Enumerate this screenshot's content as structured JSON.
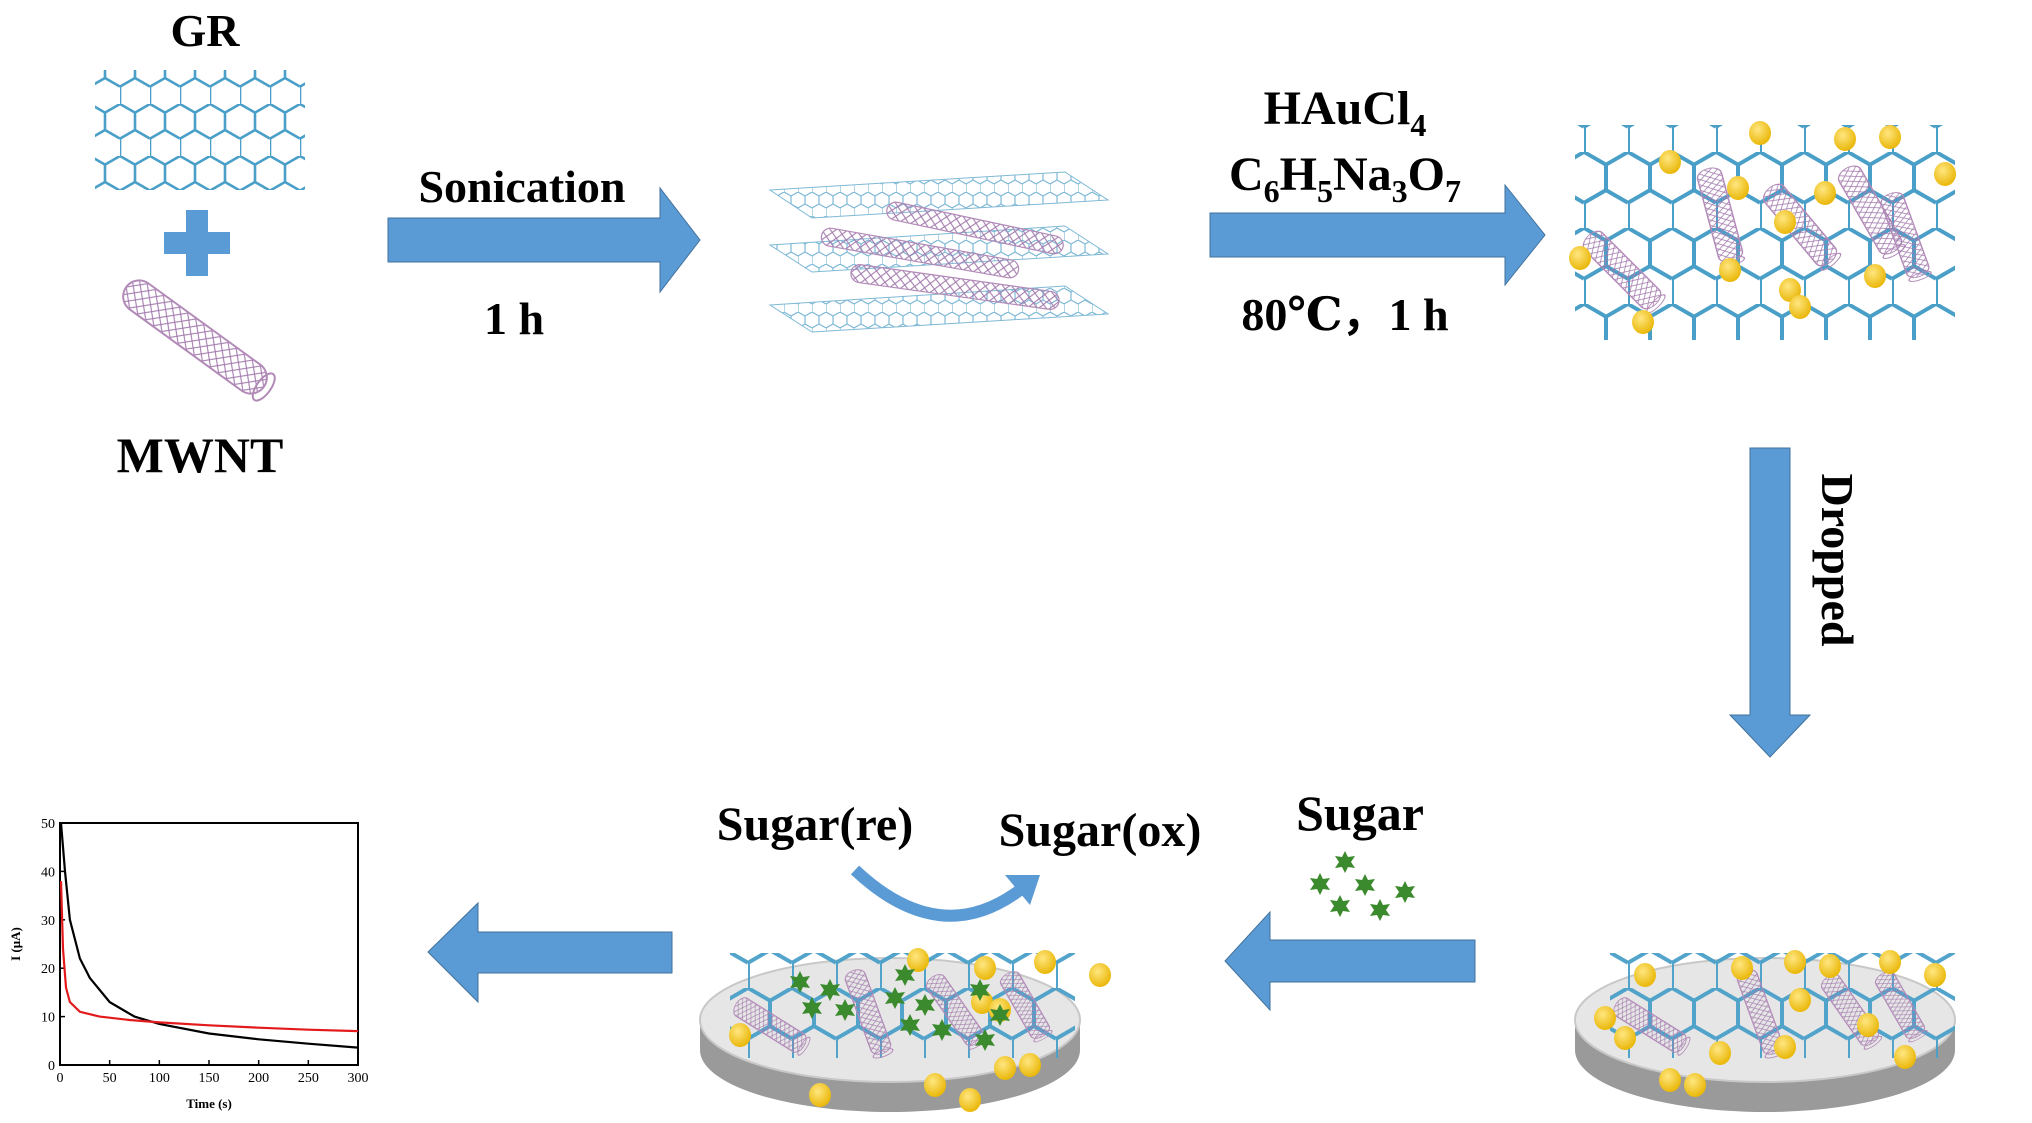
{
  "labels": {
    "gr": "GR",
    "mwnt": "MWNT",
    "sonication": "Sonication",
    "time_1h": "1 h",
    "reagent1": "HAuCl",
    "reagent1_sub": "4",
    "reagent2_parts": [
      "C",
      "6",
      "H",
      "5",
      "Na",
      "3",
      "O",
      "7"
    ],
    "conditions": "80℃，1 h",
    "dropped": "Dropped",
    "sugar": "Sugar",
    "sugar_re": "Sugar(re)",
    "sugar_ox": "Sugar(ox)"
  },
  "colors": {
    "arrow": "#5b9bd5",
    "arrow_edge": "#41719c",
    "graphene": "#4a9fc8",
    "nanotube": "#b28ab8",
    "gold": "#f5c518",
    "sugar_star": "#3c8a2e",
    "disc_top": "#e6e6e6",
    "disc_side": "#9a9a9a",
    "curve_black": "#000000",
    "curve_red": "#e31a1c"
  },
  "chart_data": {
    "type": "line",
    "xlabel": "Time (s)",
    "ylabel": "I (μA)",
    "xlim": [
      0,
      300
    ],
    "ylim": [
      0,
      50
    ],
    "xticks": [
      0,
      50,
      100,
      150,
      200,
      250,
      300
    ],
    "yticks": [
      0,
      10,
      20,
      30,
      40,
      50
    ],
    "series": [
      {
        "color": "#000000",
        "x": [
          1,
          5,
          10,
          20,
          30,
          50,
          75,
          100,
          150,
          200,
          250,
          300
        ],
        "y": [
          50,
          40,
          30,
          22,
          18,
          13,
          10,
          8.5,
          6.5,
          5.3,
          4.4,
          3.6
        ]
      },
      {
        "color": "#e31a1c",
        "x": [
          1,
          3,
          6,
          10,
          20,
          40,
          70,
          100,
          150,
          200,
          250,
          300
        ],
        "y": [
          38,
          24,
          16,
          13,
          11,
          10,
          9.3,
          8.8,
          8.2,
          7.7,
          7.3,
          7.0
        ]
      }
    ]
  }
}
